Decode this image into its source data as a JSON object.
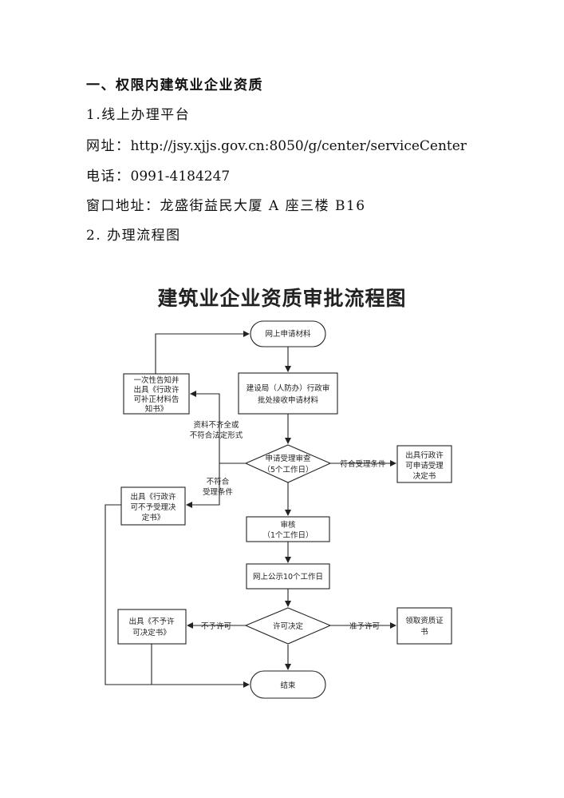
{
  "section": {
    "heading": "一、权限内建筑业企业资质",
    "item1": "1.线上办理平台",
    "website_label": "网址：",
    "website_value": "http://jsy.xjjs.gov.cn:8050/g/center/serviceCenter",
    "phone_label": "电话：",
    "phone_value": "0991-4184247",
    "address_label": "窗口地址：",
    "address_value": "龙盛街益民大厦 A 座三楼 B16",
    "item2": "2. 办理流程图"
  },
  "flowchart": {
    "title": "建筑业企业资质审批流程图",
    "nodes": {
      "online_apply": [
        "网上申请材料"
      ],
      "receive": [
        "建设局（人防办）行政审",
        "批处接收申请材料"
      ],
      "one_time_notice": [
        "一次性告知并",
        "出具《行政许",
        "可补正材料告",
        "知书》"
      ],
      "review_check": [
        "申请受理审查",
        "（5个工作日）"
      ],
      "accept_notice": [
        "出具行政许",
        "可申请受理",
        "决定书"
      ],
      "reject_accept": [
        "出具《行政许",
        "可不予受理决",
        "定书》"
      ],
      "audit": [
        "审核",
        "（1个工作日）"
      ],
      "publicity": [
        "网上公示10个工作日"
      ],
      "permit_decision": [
        "许可决定"
      ],
      "deny_permit": [
        "出具《不予许",
        "可决定书》"
      ],
      "get_certificate": [
        "领取资质证",
        "书"
      ],
      "end": [
        "结束"
      ]
    },
    "edge_labels": {
      "incomplete": [
        "资料不齐全或",
        "不符合法定形式"
      ],
      "meets": [
        "符合受理条件"
      ],
      "not_meet": [
        "不符合",
        "受理条件"
      ],
      "deny": [
        "不予许可"
      ],
      "grant": [
        "准予许可"
      ]
    }
  }
}
